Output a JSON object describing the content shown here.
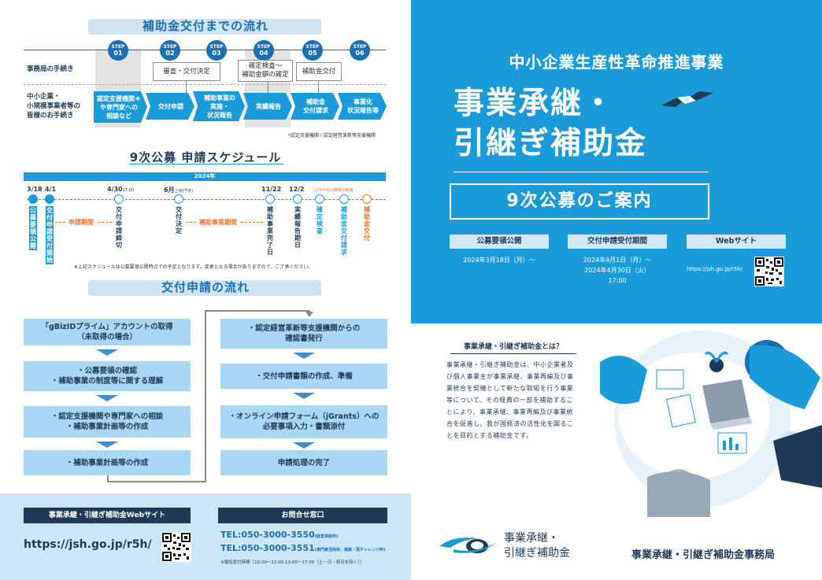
{
  "flow_section": {
    "title": "補助金交付までの流れ",
    "steps": [
      {
        "step": "STEP",
        "num": "01"
      },
      {
        "step": "STEP",
        "num": "02"
      },
      {
        "step": "STEP",
        "num": "03"
      },
      {
        "step": "STEP",
        "num": "04"
      },
      {
        "step": "STEP",
        "num": "05"
      },
      {
        "step": "STEP",
        "num": "06"
      }
    ],
    "office_row_label": "事務局の手続き",
    "office_boxes": [
      "審査・交付決定",
      "確定検査〜\n補助金額の確定",
      "補助金交付"
    ],
    "applicant_row_label": "中小企業・\n小規模事業者等の\n皆様のお手続き",
    "applicant_arrows": [
      "認定支援機関＊\nや専門家への\n相談など",
      "交付申請",
      "補助事業の\n実施・\n状況報告",
      "実績報告",
      "補助金\n交付請求",
      "事業化\n状況報告等"
    ],
    "footnote": "*認定支援機関＝認定経営革新等支援機関"
  },
  "schedule": {
    "title": "9次公募 申請スケジュール",
    "year": "2024年",
    "dates": [
      {
        "date": "3/18",
        "sub": ""
      },
      {
        "date": "4/1",
        "sub": ""
      },
      {
        "date": "4/30",
        "sub": "17:00"
      },
      {
        "date": "6月",
        "sub": "上旬(予定)"
      },
      {
        "date": "11/22",
        "sub": ""
      },
      {
        "date": "12/2",
        "sub": ""
      },
      {
        "date": "",
        "sub": "12月中旬以降順次実施"
      }
    ],
    "events": [
      "公募要領公開",
      "交付申請受付開始",
      "交付申請締切",
      "交付決定",
      "補助事業完了日",
      "実績報告期日",
      "確定検査",
      "補助金交付請求",
      "補助金交付"
    ],
    "period_application": "申請期間",
    "period_project": "補助事業期間",
    "note": "※上記スケジュールは公募要領公開時点での予定となります。変更となる場合がありますので、ご了承ください。"
  },
  "application_flow": {
    "title": "交付申請の流れ",
    "left": [
      "「gBizIDプライム」アカウントの取得\n（未取得の場合）",
      "・公募要領の確認\n・補助事業の制度等に関する理解",
      "・認定支援機関や専門家への相談\n・補助事業計画等の作成",
      "・補助事業計画等の作成"
    ],
    "right": [
      "・認定経営革新等支援機関からの\n確認書発行",
      "・交付申請書類の作成、準備",
      "・オンライン申請フォーム（jGrants）への\n必要事項入力・書類添付",
      "申請処理の完了"
    ]
  },
  "footer_left": {
    "web_heading": "事業承継・引継ぎ補助金Webサイト",
    "web_url": "https://jsh.go.jp/r5h/",
    "contact_heading": "お問合せ窓口",
    "tel1": "TEL:050-3000-3550",
    "tel1_note": "(経営革新枠)",
    "tel2": "TEL:050-3000-3551",
    "tel2_note": "(専門家活用枠、廃業・再チャレンジ枠)",
    "hours": "※電話受付時間［10:00〜12:00,13:00〜17:00（土・日・祝日を除く）］"
  },
  "hero": {
    "subtitle": "中小企業生産性革命推進事業",
    "title_line1": "事業承継・",
    "title_line2": "引継ぎ補助金",
    "box": "9次公募のご案内",
    "tags": [
      {
        "label": "公募要領公開",
        "value": "2024年3月18日（月）〜"
      },
      {
        "label": "交付申請受付期間",
        "value": "2024年4月1日（月）〜\n2024年4月30日（火）\n17:00"
      },
      {
        "label": "Webサイト",
        "value": "https://jsh.go.jp/r5h/"
      }
    ]
  },
  "about": {
    "title": "事業承継・引継ぎ補助金とは？",
    "text": "事業承継・引継ぎ補助金は、中小企業者及び個人事業主が事業承継、事業再編及び事業統合を契機として新たな取組を行う事業等について、その経費の一部を補助することにより、事業承継、事業再編及び事業統合を促進し、我が国経済の活性化を図ることを目的とする補助金です。"
  },
  "footer_right": {
    "logo_line1": "事業承継・",
    "logo_line2": "引継ぎ補助金",
    "office": "事業承継・引継ぎ補助金事務局"
  },
  "colors": {
    "primary_blue": "#1a9ad8",
    "dark_navy": "#1f3a57",
    "light_blue": "#a9d6f2",
    "accent_orange": "#e9732d"
  }
}
